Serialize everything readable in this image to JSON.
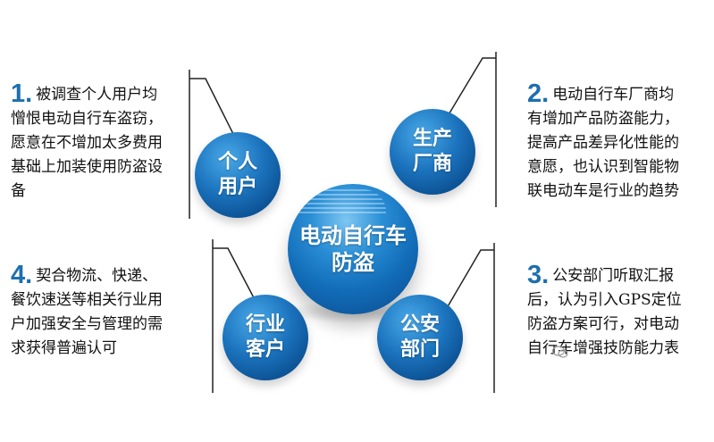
{
  "blocks": [
    {
      "num": "1.",
      "text": "被调查个人用户均\n憎恨电动自行车盗窃，\n愿意在不增加太多费用\n基础上加装使用防盗设\n备"
    },
    {
      "num": "2.",
      "text": "电动自行车厂商均\n有增加产品防盗能力，\n提高产品差异化性能的\n意愿，也认识到智能物\n联电动车是行业的趋势"
    },
    {
      "num": "3.",
      "text": "公安部门听取汇报\n后，认为引入GPS定位\n防盗方案可行，对电动\n自行车增强技防能力表"
    },
    {
      "num": "4.",
      "text": "契合物流、快递、\n餐饮速送等相关行业用\n户加强安全与管理的需\n求获得普遍认可"
    }
  ],
  "center": {
    "label": "电动自行车\n防盗"
  },
  "circles": {
    "tl": "个人\n用户",
    "tr": "生产\n厂商",
    "bl": "行业\n客户",
    "br": "公安\n部门"
  },
  "colors": {
    "accent": "#1d6fae",
    "line": "#222222"
  }
}
